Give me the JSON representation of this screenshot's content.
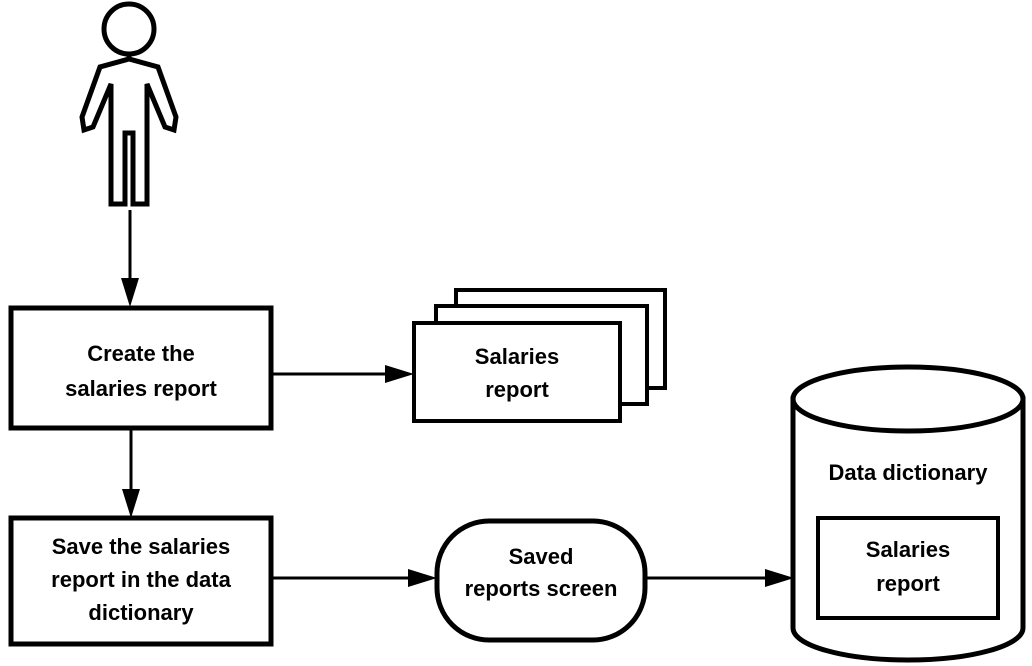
{
  "diagram": {
    "type": "flowchart",
    "title": "Salaries report creation and saving flow",
    "background_color": "#ffffff",
    "stroke_color": "#000000",
    "nodes": [
      {
        "id": "actor",
        "shape": "actor-stick-figure",
        "label": "",
        "icon": "person-icon"
      },
      {
        "id": "create-process",
        "shape": "rectangle",
        "lines": [
          "Create the",
          "salaries report"
        ]
      },
      {
        "id": "salaries-report-doc",
        "shape": "document-stack",
        "lines": [
          "Salaries",
          "report"
        ]
      },
      {
        "id": "save-process",
        "shape": "rectangle",
        "lines": [
          "Save the salaries",
          "report in the data",
          "dictionary"
        ]
      },
      {
        "id": "saved-reports-screen",
        "shape": "rounded-rectangle",
        "lines": [
          "Saved",
          "reports screen"
        ]
      },
      {
        "id": "data-dictionary",
        "shape": "cylinder",
        "lines": [
          "Data dictionary"
        ],
        "inner": {
          "shape": "rectangle",
          "lines": [
            "Salaries",
            "report"
          ]
        }
      }
    ],
    "edges": [
      {
        "id": "actor-to-create",
        "from": "actor",
        "to": "create-process",
        "direction": "down"
      },
      {
        "id": "create-to-doc",
        "from": "create-process",
        "to": "salaries-report-doc",
        "direction": "right"
      },
      {
        "id": "create-to-save",
        "from": "create-process",
        "to": "save-process",
        "direction": "down"
      },
      {
        "id": "save-to-screen",
        "from": "save-process",
        "to": "saved-reports-screen",
        "direction": "right"
      },
      {
        "id": "screen-to-dictionary",
        "from": "saved-reports-screen",
        "to": "data-dictionary",
        "direction": "right"
      }
    ]
  },
  "labels": {
    "create_line1": "Create the",
    "create_line2": "salaries report",
    "doc_line1": "Salaries",
    "doc_line2": "report",
    "save_line1": "Save the salaries",
    "save_line2": "report in the data",
    "save_line3": "dictionary",
    "screen_line1": "Saved",
    "screen_line2": "reports screen",
    "cylinder_title": "Data dictionary",
    "cylinder_inner_line1": "Salaries",
    "cylinder_inner_line2": "report"
  }
}
